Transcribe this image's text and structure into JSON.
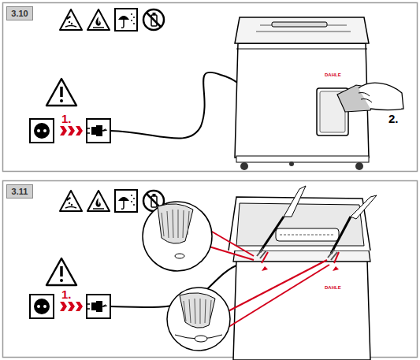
{
  "diagram": {
    "nodes": [
      {
        "text": [
          "3.10"
        ]
      },
      {
        "text": [
          "3.11"
        ]
      }
    ],
    "labels": [
      "2.",
      "1.",
      "DAHLE",
      "1.",
      "DAHLE"
    ]
  }
}
